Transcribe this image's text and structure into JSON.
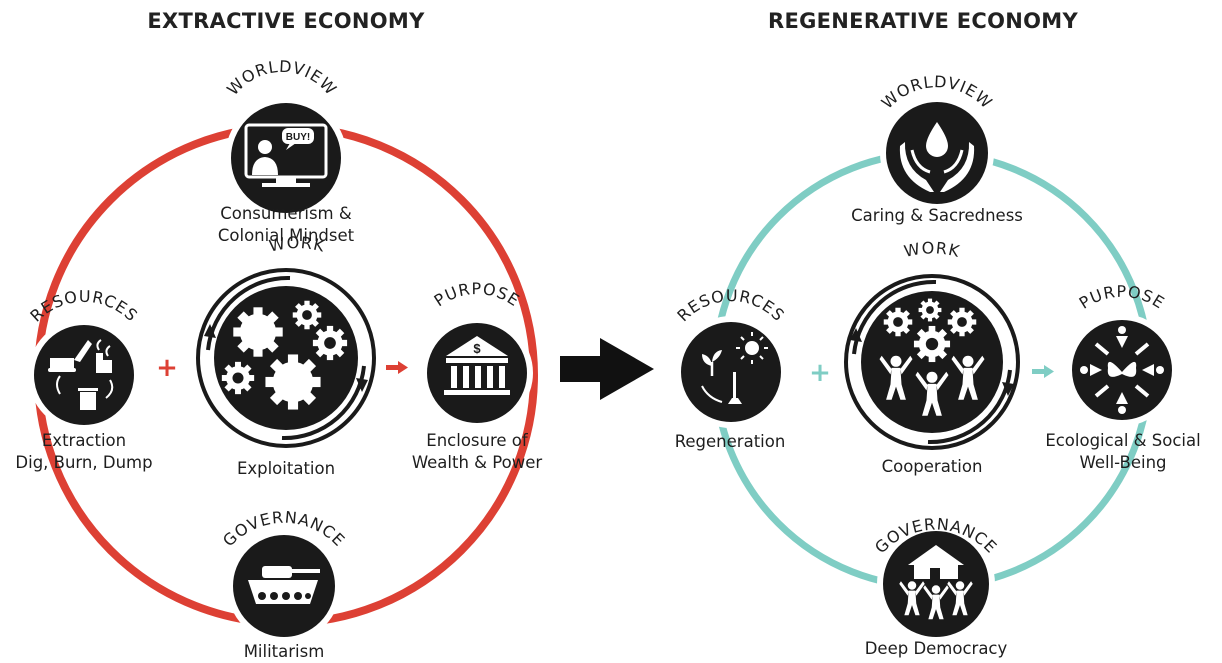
{
  "colors": {
    "extractive_ring": "#dd4034",
    "regenerative_ring": "#7fcdc4",
    "circle_fill": "#1a1a1a",
    "icon_fill": "#ffffff",
    "arrow": "#111111"
  },
  "extractive": {
    "title": "EXTRACTIVE ECONOMY",
    "worldview": {
      "heading": "WORLDVIEW",
      "icon": "tv-buy-icon",
      "speech": "BUY!",
      "caption": [
        "Consumerism &",
        "Colonial Mindset"
      ]
    },
    "work": {
      "heading": "WORK",
      "icon": "gears-runner-icon",
      "caption": [
        "Exploitation"
      ]
    },
    "resources": {
      "heading": "RESOURCES",
      "icon": "extraction-icon",
      "caption": [
        "Extraction",
        "Dig, Burn, Dump"
      ]
    },
    "purpose": {
      "heading": "PURPOSE",
      "icon": "bank-dollar-icon",
      "symbol": "$",
      "caption": [
        "Enclosure of",
        "Wealth & Power"
      ]
    },
    "governance": {
      "heading": "GOVERNANCE",
      "icon": "tank-icon",
      "caption": [
        "Militarism"
      ]
    },
    "plus": "+"
  },
  "regenerative": {
    "title": "REGENERATIVE ECONOMY",
    "worldview": {
      "heading": "WORLDVIEW",
      "icon": "hands-water-drop-icon",
      "caption": [
        "Caring & Sacredness"
      ]
    },
    "work": {
      "heading": "WORK",
      "icon": "gears-people-icon",
      "caption": [
        "Cooperation"
      ]
    },
    "resources": {
      "heading": "RESOURCES",
      "icon": "regeneration-icon",
      "caption": [
        "Regeneration"
      ]
    },
    "purpose": {
      "heading": "PURPOSE",
      "icon": "butterfly-people-icon",
      "caption": [
        "Ecological & Social",
        "Well-Being"
      ]
    },
    "governance": {
      "heading": "GOVERNANCE",
      "icon": "people-lifting-house-icon",
      "caption": [
        "Deep Democracy"
      ]
    },
    "plus": "+"
  }
}
